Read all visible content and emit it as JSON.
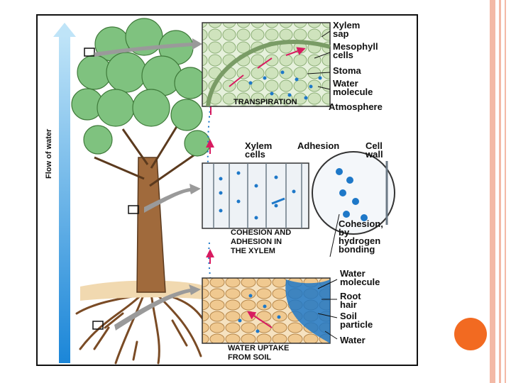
{
  "colors": {
    "accent_dot": "#f26a21",
    "border_stripe": "#f3b9a6",
    "tree_foliage": "#7fc27f",
    "trunk": "#a06a3c",
    "soil": "#f1d9b0",
    "water_blue": "#1e78c8",
    "arrow_pink": "#d81b60"
  },
  "labels": {
    "flow_of_water": "Flow of water",
    "xylem_sap": "Xylem\nsap",
    "mesophyll_cells": "Mesophyll\ncells",
    "stoma": "Stoma",
    "water_molecule_top": "Water\nmolecule",
    "atmosphere": "Atmosphere",
    "transpiration": "TRANSPIRATION",
    "xylem_cells": "Xylem\ncells",
    "adhesion": "Adhesion",
    "cell_wall": "Cell\nwall",
    "cohesion": "Cohesion,\nby\nhydrogen\nbonding",
    "cohesion_caption": "COHESION AND\nADHESION IN\nTHE XYLEM",
    "water_molecule_bottom": "Water\nmolecule",
    "root_hair": "Root\nhair",
    "soil_particle": "Soil\nparticle",
    "water": "Water",
    "uptake_caption": "WATER UPTAKE\nFROM SOIL"
  }
}
